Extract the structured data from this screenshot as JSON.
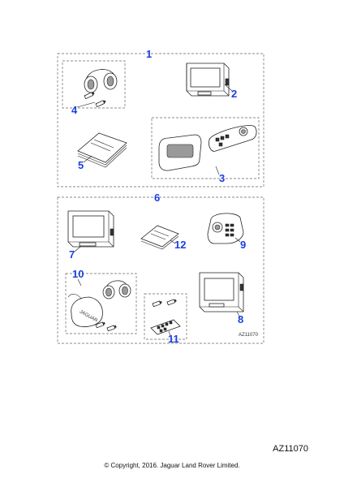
{
  "callouts": {
    "c1": "1",
    "c2": "2",
    "c3": "3",
    "c4": "4",
    "c5": "5",
    "c6": "6",
    "c7": "7",
    "c8": "8",
    "c9": "9",
    "c10": "10",
    "c11": "11",
    "c12": "12"
  },
  "bag_logo_text": "JAGUAR",
  "diagram_ref": "AZ11070",
  "footer_code": "AZ11070",
  "copyright": "© Copyright, 2016. Jaguar Land Rover Limited.",
  "colors": {
    "callout": "#1a3fe0",
    "line": "#222222",
    "dash": "#666666"
  }
}
